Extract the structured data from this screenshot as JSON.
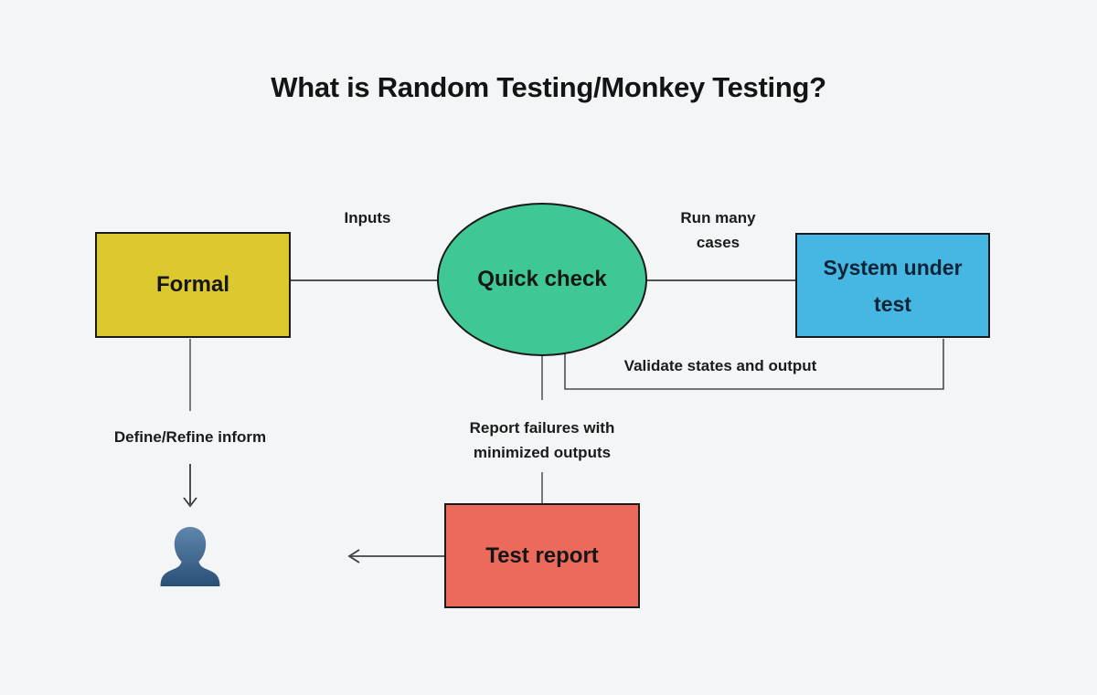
{
  "title": "What is Random Testing/Monkey Testing?",
  "nodes": {
    "formal": {
      "label": "Formal",
      "color": "#dbc92f",
      "shape": "rectangle"
    },
    "quick_check": {
      "label": "Quick check",
      "color": "#3fc795",
      "shape": "ellipse"
    },
    "system_under_test": {
      "label": "System under test",
      "color": "#46b6e3",
      "shape": "rectangle"
    },
    "test_report": {
      "label": "Test report",
      "color": "#ec6a5c",
      "shape": "rectangle"
    }
  },
  "edges": {
    "inputs": "Inputs",
    "run_many_cases": "Run many cases",
    "validate": "Validate states and output",
    "define_refine": "Define/Refine inform",
    "report_failures": "Report failures with minimized outputs"
  },
  "icons": {
    "user": "user-silhouette-icon"
  },
  "colors": {
    "background": "#f4f5f7",
    "node_border": "#1a1a1a",
    "text": "#161616",
    "sut_text": "#0d2436",
    "connector_dark": "#1c1c1c",
    "connector_gray": "#6e6e6e",
    "user_icon_top": "#5e87ae",
    "user_icon_bottom": "#2b4f77"
  }
}
